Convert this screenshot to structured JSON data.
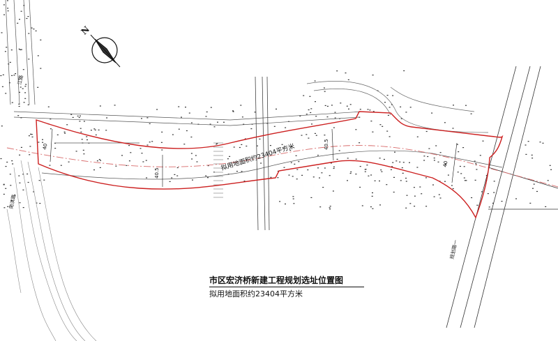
{
  "title": "市区宏济桥新建工程规划选址位置图",
  "subtitle": "拟用地面积约23404平方米",
  "area_label": "拟用地面积约23404平方米",
  "north_letter": "N",
  "dimensions": [
    "40",
    "40.5",
    "40.5",
    "40"
  ],
  "road_labels": {
    "left_top": "江路",
    "left_bottom": "南滨路",
    "right_bottom": "规划路一"
  },
  "colors": {
    "boundary": "#cc1f1f",
    "centerline": "#d86a6a",
    "linework": "#555555",
    "background": "#ffffff"
  }
}
